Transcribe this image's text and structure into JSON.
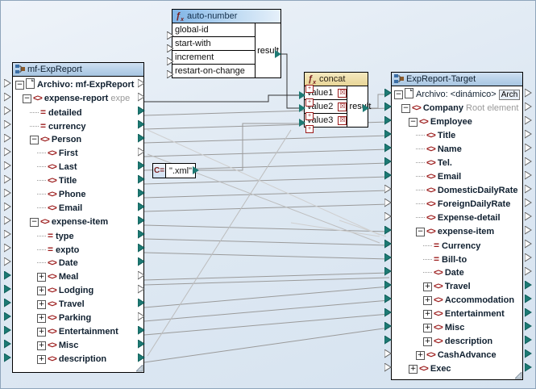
{
  "app": {
    "kind": "data-mapping-canvas",
    "background": "#dfe8f0"
  },
  "components": {
    "auto_number": {
      "title": "auto-number",
      "icon": "fx-icon",
      "params": [
        "global-id",
        "start-with",
        "increment",
        "restart-on-change"
      ],
      "output": "result"
    },
    "concat": {
      "title": "concat",
      "icon": "fx-icon",
      "params": [
        "value1",
        "value2",
        "value3"
      ],
      "output": "result"
    },
    "constant": {
      "icon": "constant-icon",
      "icon_label": "C=",
      "value": "\".xml\""
    },
    "source": {
      "title": "mf-ExpReport",
      "icon": "schema-icon",
      "root": {
        "label": "Archivo: mf-ExpReport",
        "icon": "file-icon"
      },
      "rows": [
        {
          "label": "Archivo: mf-ExpReport",
          "type": "file",
          "indent": 0,
          "expander": "-",
          "bold": true
        },
        {
          "label": "expense-report",
          "type": "element",
          "indent": 1,
          "expander": "-",
          "bold": true,
          "note": "expe"
        },
        {
          "label": "detailed",
          "type": "attribute",
          "indent": 2,
          "expander": "",
          "bold": true
        },
        {
          "label": "currency",
          "type": "attribute",
          "indent": 2,
          "expander": "",
          "bold": true
        },
        {
          "label": "Person",
          "type": "element",
          "indent": 2,
          "expander": "-",
          "bold": true
        },
        {
          "label": "First",
          "type": "element",
          "indent": 3,
          "expander": "",
          "bold": true
        },
        {
          "label": "Last",
          "type": "element",
          "indent": 3,
          "expander": "",
          "bold": true
        },
        {
          "label": "Title",
          "type": "element",
          "indent": 3,
          "expander": "",
          "bold": true
        },
        {
          "label": "Phone",
          "type": "element",
          "indent": 3,
          "expander": "",
          "bold": true
        },
        {
          "label": "Email",
          "type": "element",
          "indent": 3,
          "expander": "",
          "bold": true
        },
        {
          "label": "expense-item",
          "type": "element",
          "indent": 2,
          "expander": "-",
          "bold": true
        },
        {
          "label": "type",
          "type": "attribute",
          "indent": 3,
          "expander": "",
          "bold": true
        },
        {
          "label": "expto",
          "type": "attribute",
          "indent": 3,
          "expander": "",
          "bold": true
        },
        {
          "label": "Date",
          "type": "element",
          "indent": 3,
          "expander": "",
          "bold": true
        },
        {
          "label": "Meal",
          "type": "element",
          "indent": 3,
          "expander": "+",
          "bold": true
        },
        {
          "label": "Lodging",
          "type": "element",
          "indent": 3,
          "expander": "+",
          "bold": true
        },
        {
          "label": "Travel",
          "type": "element",
          "indent": 3,
          "expander": "+",
          "bold": true
        },
        {
          "label": "Parking",
          "type": "element",
          "indent": 3,
          "expander": "+",
          "bold": true
        },
        {
          "label": "Entertainment",
          "type": "element",
          "indent": 3,
          "expander": "+",
          "bold": true
        },
        {
          "label": "Misc",
          "type": "element",
          "indent": 3,
          "expander": "+",
          "bold": true
        },
        {
          "label": "description",
          "type": "element",
          "indent": 3,
          "expander": "+",
          "bold": true
        }
      ]
    },
    "target": {
      "title": "ExpReport-Target",
      "icon": "schema-icon",
      "root": {
        "label": "Archivo: <dinámico>",
        "icon": "file-icon",
        "button": "Arch"
      },
      "rows": [
        {
          "label": "Archivo: <dinámico>",
          "type": "file",
          "indent": 0,
          "expander": "-",
          "bold": false,
          "button": "Arch"
        },
        {
          "label": "Company",
          "type": "element",
          "indent": 1,
          "expander": "-",
          "bold": true,
          "note": "Root element"
        },
        {
          "label": "Employee",
          "type": "element",
          "indent": 2,
          "expander": "-",
          "bold": true
        },
        {
          "label": "Title",
          "type": "element",
          "indent": 3,
          "expander": "",
          "bold": true
        },
        {
          "label": "Name",
          "type": "element",
          "indent": 3,
          "expander": "",
          "bold": true
        },
        {
          "label": "Tel.",
          "type": "element",
          "indent": 3,
          "expander": "",
          "bold": true
        },
        {
          "label": "Email",
          "type": "element",
          "indent": 3,
          "expander": "",
          "bold": true
        },
        {
          "label": "DomesticDailyRate",
          "type": "element",
          "indent": 3,
          "expander": "",
          "bold": true
        },
        {
          "label": "ForeignDailyRate",
          "type": "element",
          "indent": 3,
          "expander": "",
          "bold": true
        },
        {
          "label": "Expense-detail",
          "type": "element",
          "indent": 3,
          "expander": "",
          "bold": true
        },
        {
          "label": "expense-item",
          "type": "element",
          "indent": 3,
          "expander": "-",
          "bold": true
        },
        {
          "label": "Currency",
          "type": "attribute",
          "indent": 4,
          "expander": "",
          "bold": true
        },
        {
          "label": "Bill-to",
          "type": "attribute",
          "indent": 4,
          "expander": "",
          "bold": true
        },
        {
          "label": "Date",
          "type": "element",
          "indent": 4,
          "expander": "",
          "bold": true
        },
        {
          "label": "Travel",
          "type": "element",
          "indent": 4,
          "expander": "+",
          "bold": true
        },
        {
          "label": "Accommodation",
          "type": "element",
          "indent": 4,
          "expander": "+",
          "bold": true
        },
        {
          "label": "Entertainment",
          "type": "element",
          "indent": 4,
          "expander": "+",
          "bold": true
        },
        {
          "label": "Misc",
          "type": "element",
          "indent": 4,
          "expander": "+",
          "bold": true
        },
        {
          "label": "description",
          "type": "element",
          "indent": 4,
          "expander": "+",
          "bold": true
        },
        {
          "label": "CashAdvance",
          "type": "element",
          "indent": 3,
          "expander": "+",
          "bold": true
        },
        {
          "label": "Exec",
          "type": "element",
          "indent": 2,
          "expander": "+",
          "bold": true
        }
      ]
    }
  },
  "colors": {
    "connector_filled": "#1d7a74",
    "connector_empty": "#ffffff",
    "element_icon": "#9b1b1b",
    "wire": "#9a9a9a",
    "canvas": "#e3ecf5",
    "title_schema": "#b9d2ea",
    "title_function": "#e8d697"
  }
}
